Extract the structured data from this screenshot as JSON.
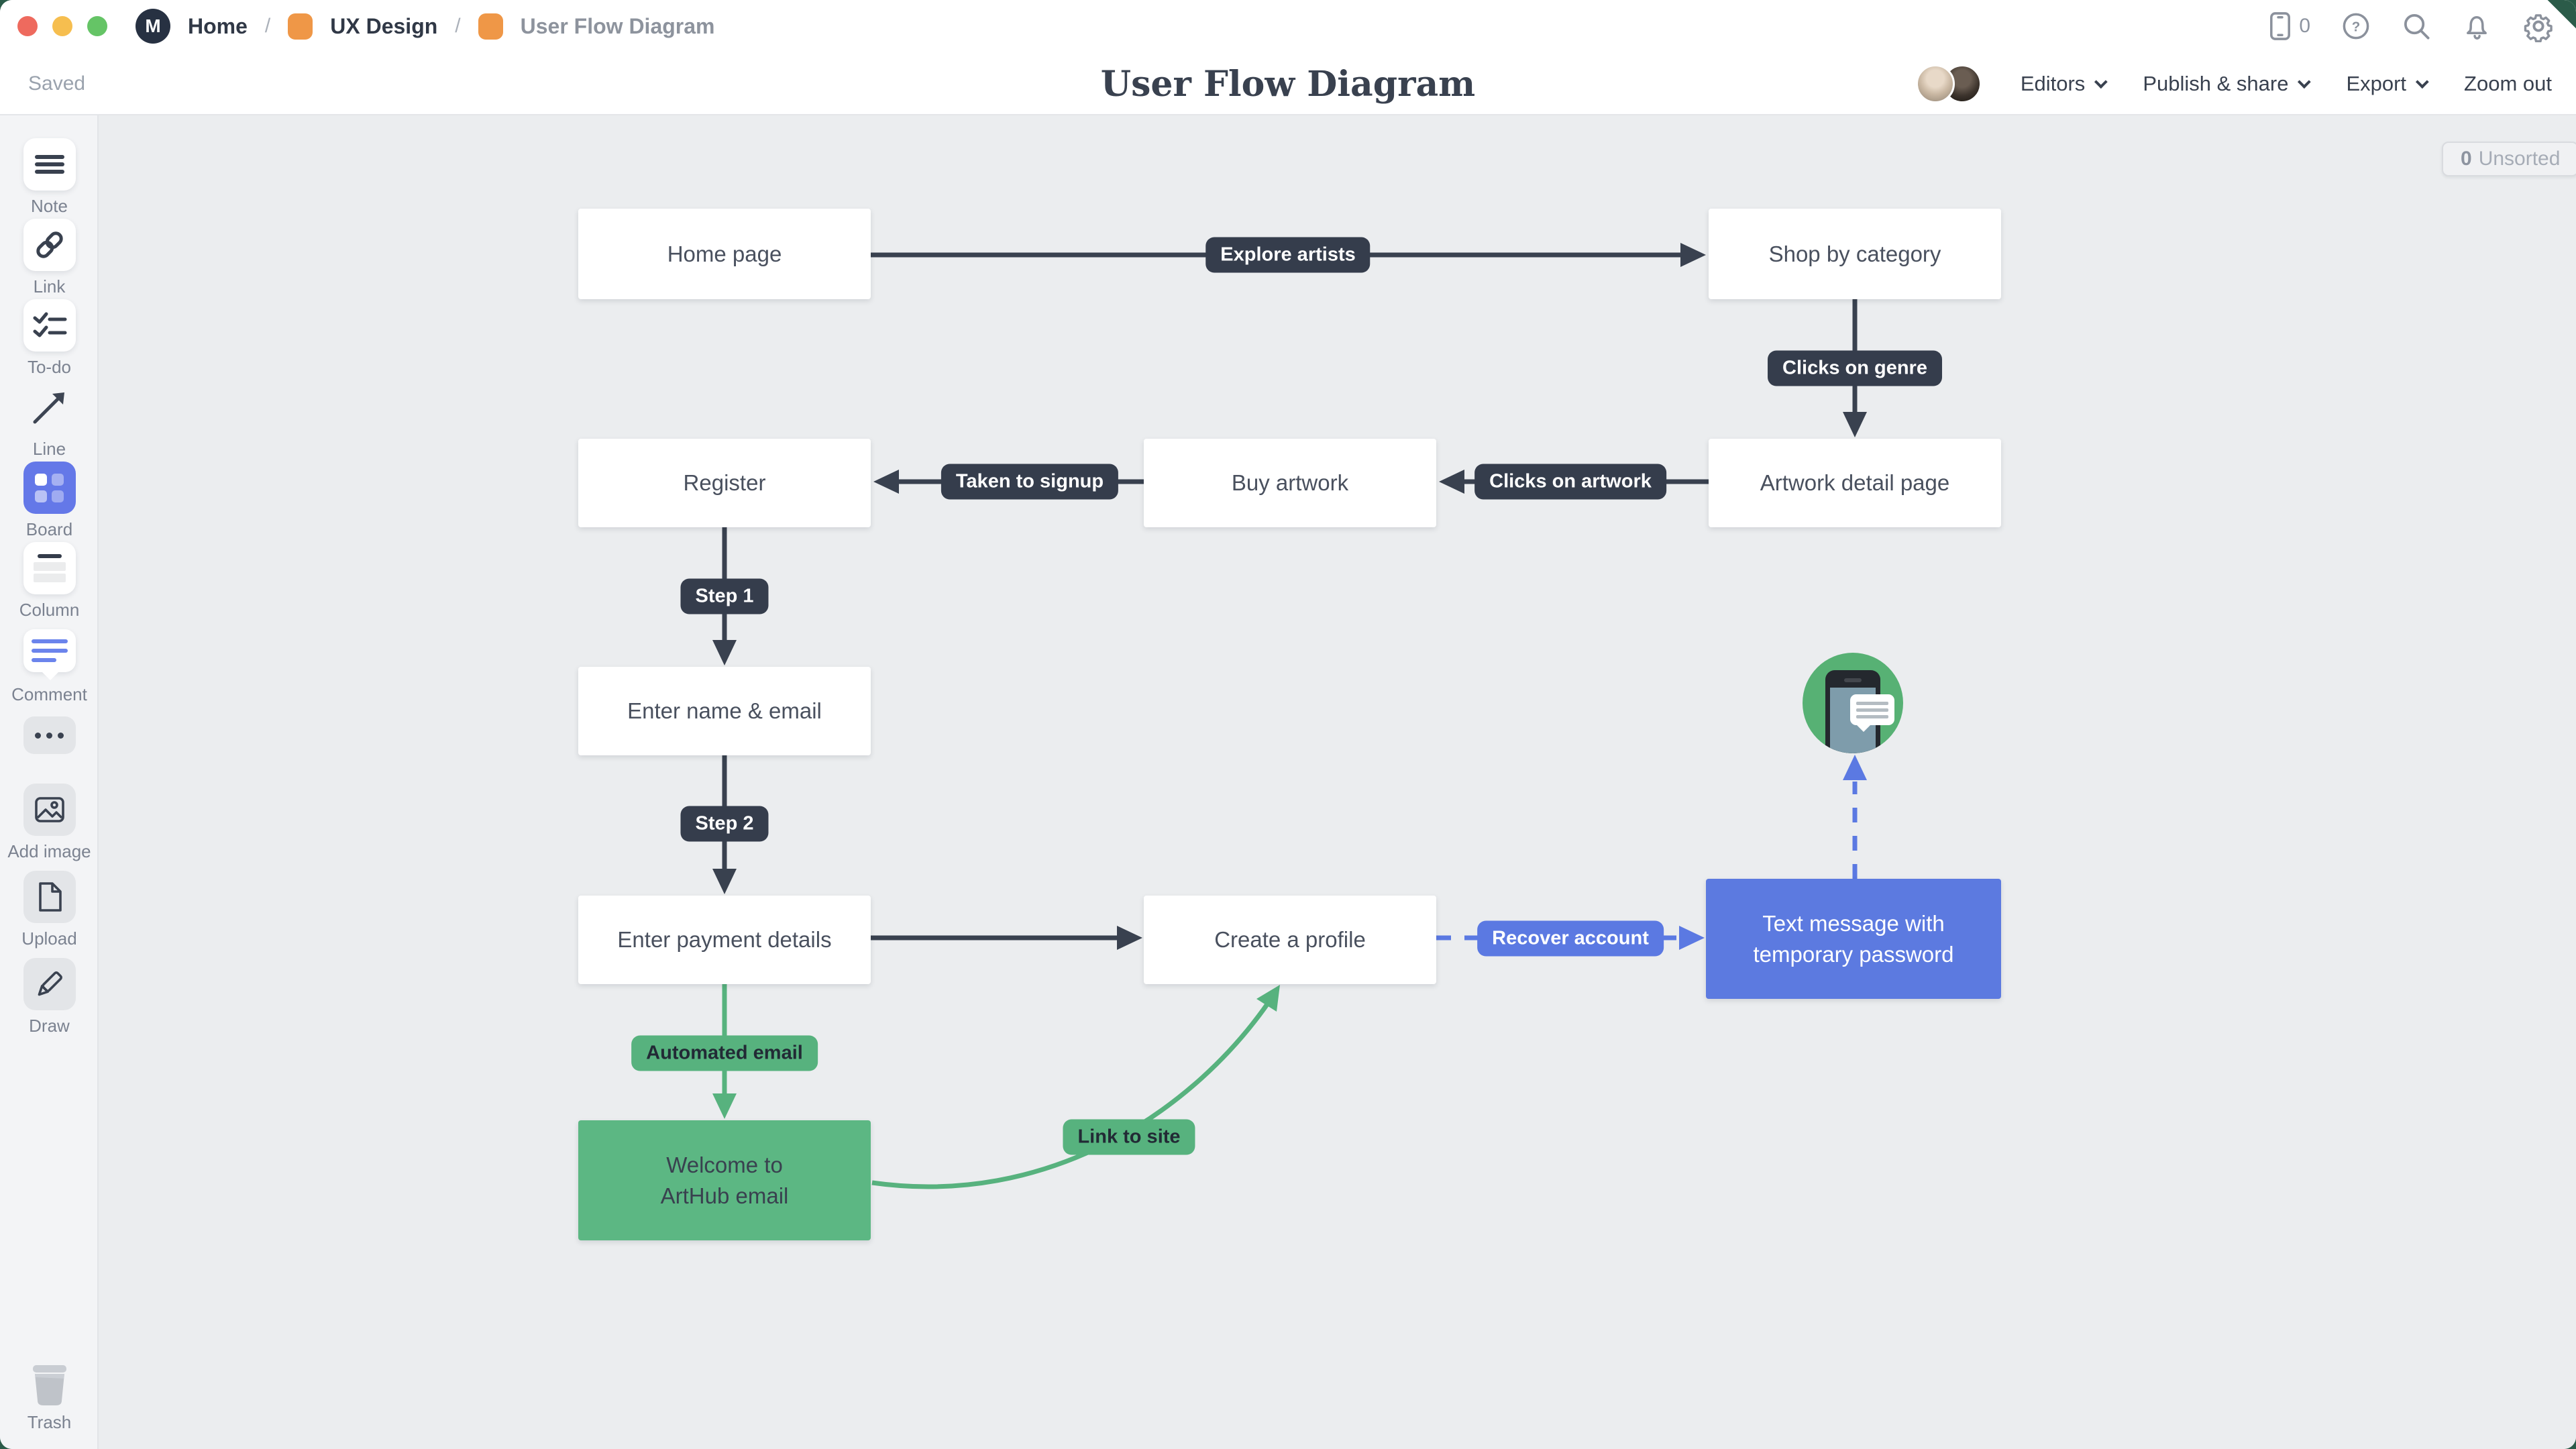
{
  "chrome": {
    "logo_glyph": "M",
    "breadcrumbs": [
      {
        "label": "Home"
      },
      {
        "label": "UX Design"
      },
      {
        "label": "User Flow Diagram"
      }
    ],
    "separator": "/",
    "device_count": "0"
  },
  "header": {
    "status": "Saved",
    "title": "User Flow Diagram",
    "actions": [
      {
        "label": "Editors"
      },
      {
        "label": "Publish & share"
      },
      {
        "label": "Export"
      },
      {
        "label": "Zoom out"
      }
    ]
  },
  "sidebar": {
    "tools": {
      "note": "Note",
      "link": "Link",
      "todo": "To-do",
      "line": "Line",
      "board": "Board",
      "column": "Column",
      "comment": "Comment",
      "add_image": "Add image",
      "upload": "Upload",
      "draw": "Draw",
      "trash": "Trash"
    }
  },
  "canvas": {
    "unsorted_count": "0",
    "unsorted_label": "Unsorted"
  },
  "diagram": {
    "nodes": {
      "home": "Home page",
      "shop": "Shop by category",
      "register": "Register",
      "buy": "Buy artwork",
      "artwork": "Artwork detail page",
      "name_email": "Enter name & email",
      "payment": "Enter payment details",
      "profile": "Create a profile",
      "text_message_line1": "Text message with",
      "text_message_line2": "temporary password",
      "welcome_line1": "Welcome to",
      "welcome_line2": "ArtHub email"
    },
    "edges": [
      {
        "from": "home",
        "to": "shop",
        "style": "solid-dark",
        "label": "Explore artists"
      },
      {
        "from": "shop",
        "to": "artwork",
        "style": "solid-dark",
        "label": "Clicks on genre"
      },
      {
        "from": "artwork",
        "to": "buy",
        "style": "solid-dark",
        "label": "Clicks on artwork"
      },
      {
        "from": "buy",
        "to": "register",
        "style": "solid-dark",
        "label": "Taken to signup"
      },
      {
        "from": "register",
        "to": "name_email",
        "style": "solid-dark",
        "label": "Step 1"
      },
      {
        "from": "name_email",
        "to": "payment",
        "style": "solid-dark",
        "label": "Step 2"
      },
      {
        "from": "payment",
        "to": "profile",
        "style": "solid-dark",
        "label": ""
      },
      {
        "from": "profile",
        "to": "text_message",
        "style": "dashed-blue",
        "label": "Recover account"
      },
      {
        "from": "text_message",
        "to": "phone",
        "style": "dashed-blue",
        "label": ""
      },
      {
        "from": "payment",
        "to": "welcome",
        "style": "solid-green",
        "label": "Automated email"
      },
      {
        "from": "welcome",
        "to": "profile",
        "style": "curved-green",
        "label": "Link to site"
      }
    ]
  },
  "colors": {
    "traffic_red": "#ee6a5e",
    "traffic_yellow": "#f6be4f",
    "traffic_green": "#65c466",
    "accent_orange": "#ef9747",
    "accent_green": "#5cb783",
    "accent_blue": "#5b79e2",
    "edge_dark": "#39414f",
    "canvas_bg": "#ebedef"
  }
}
